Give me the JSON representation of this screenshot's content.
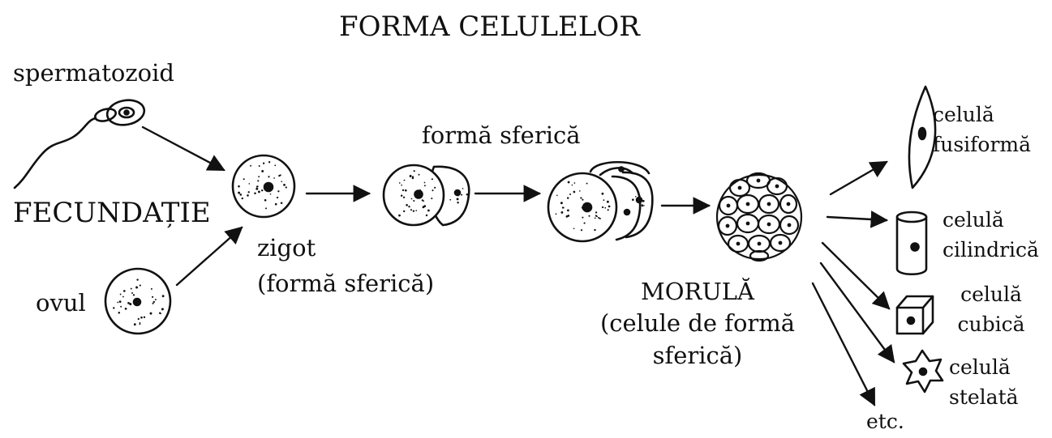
{
  "title": "FORMA CELULELOR",
  "labels": {
    "spermatozoid": "spermatozoid",
    "fecundatie": "FECUNDAȚIE",
    "ovul": "ovul",
    "zigot_line1": "zigot",
    "zigot_line2": "(formă sferică)",
    "forma_sferica": "formă sferică",
    "morula_line1": "MORULĂ",
    "morula_line2": "(celule de formă",
    "morula_line3": "sferică)",
    "fusiform_line1": "celulă",
    "fusiform_line2": "fusiformă",
    "cylindrical_line1": "celulă",
    "cylindrical_line2": "cilindrică",
    "cubic_line1": "celulă",
    "cubic_line2": "cubică",
    "stellate_line1": "celulă",
    "stellate_line2": "stelată",
    "etc": "etc."
  },
  "colors": {
    "ink": "#111111",
    "background": "#ffffff"
  }
}
